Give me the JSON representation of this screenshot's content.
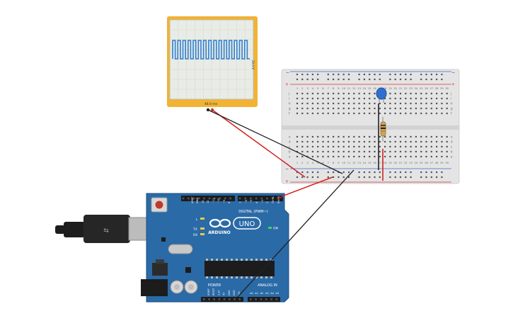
{
  "oscilloscope": {
    "time_per_division": "48.0 ms",
    "voltage_per_division": "20.0 V",
    "frame_color": "#f2b233",
    "trace_color": "#2f7fd0",
    "pulse_count": 15
  },
  "breadboard": {
    "column_numbers": [
      "1",
      "2",
      "3",
      "4",
      "5",
      "6",
      "7",
      "8",
      "9",
      "10",
      "11",
      "12",
      "13",
      "14",
      "15",
      "16",
      "17",
      "18",
      "19",
      "20",
      "21",
      "22",
      "23",
      "24",
      "25",
      "26",
      "27",
      "28",
      "29",
      "30"
    ],
    "rows_top": [
      "a",
      "b",
      "c",
      "d",
      "e"
    ],
    "rows_bottom": [
      "f",
      "g",
      "h",
      "i",
      "j"
    ],
    "rail_plus": "+",
    "rail_minus": "−",
    "rail_red": "#d33",
    "rail_blue": "#3a6fd0"
  },
  "components": {
    "capacitor_color": "#2f6fcf",
    "resistor_color": "#c8a46a"
  },
  "arduino": {
    "logo_text": "ARDUINO",
    "model_text": "UNO",
    "on_label": "ON",
    "digital_label": "DIGITAL (PWM~)",
    "power_label": "POWER",
    "analog_label": "ANALOG IN",
    "digital_pins": [
      "AREF",
      "GND",
      "13",
      "12",
      "~11",
      "~10",
      "~9",
      "8",
      "7",
      "~6",
      "~5",
      "4",
      "~3",
      "2",
      "TX→1",
      "RX←0"
    ],
    "power_pins": [
      "IOREF",
      "RESET",
      "3.3V",
      "5V",
      "GND",
      "GND",
      "VIN"
    ],
    "analog_pins": [
      "A0",
      "A1",
      "A2",
      "A3",
      "A4",
      "A5"
    ],
    "led_labels": [
      "L",
      "TX",
      "RX"
    ],
    "board_color": "#2a6aa6"
  },
  "wires": {
    "red": "#d32020",
    "black": "#222222"
  }
}
